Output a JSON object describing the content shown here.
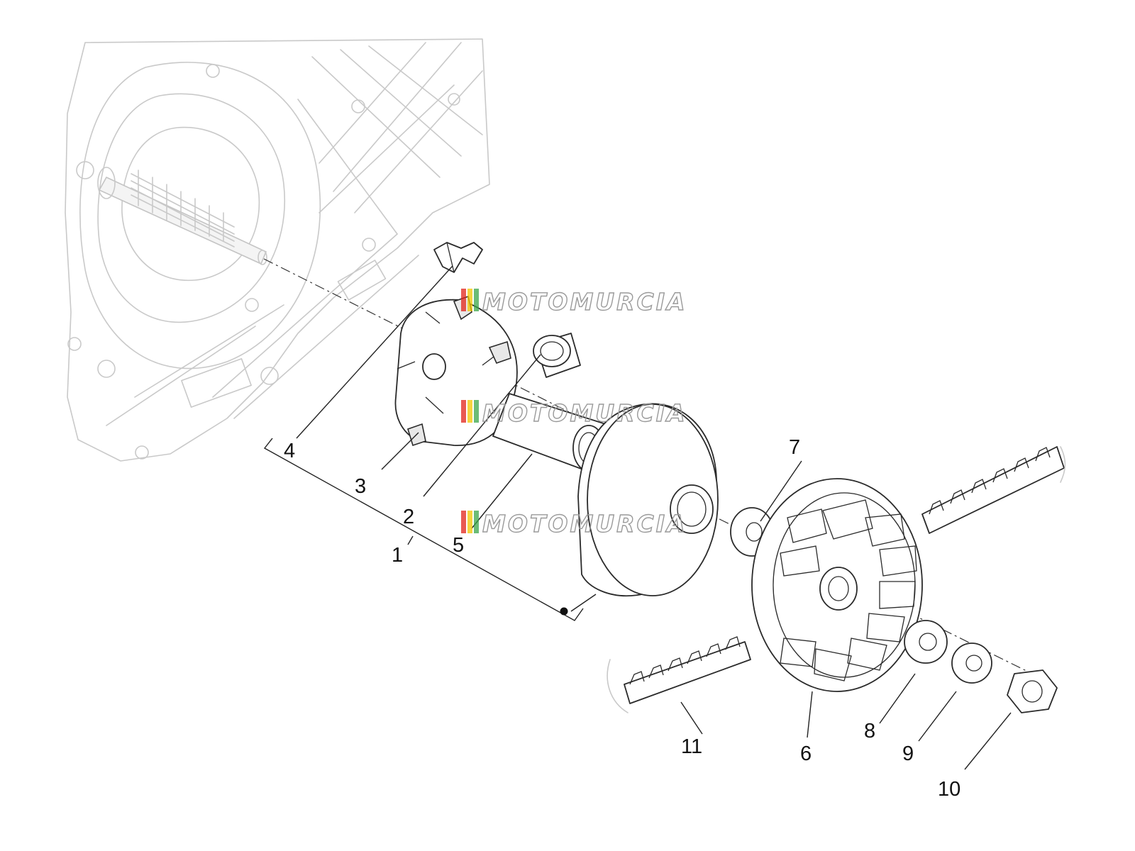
{
  "callouts": {
    "c1": "1",
    "c2": "2",
    "c3": "3",
    "c4": "4",
    "c5": "5",
    "c6": "6",
    "c7": "7",
    "c8": "8",
    "c9": "9",
    "c10": "10",
    "c11": "11"
  },
  "watermark": {
    "text": "MOTOMURCIA",
    "colors": [
      "#e2231a",
      "#f2c500",
      "#3aa64a"
    ]
  },
  "colors": {
    "line": "#2a2a2a",
    "ghost": "#c9c9c9"
  }
}
